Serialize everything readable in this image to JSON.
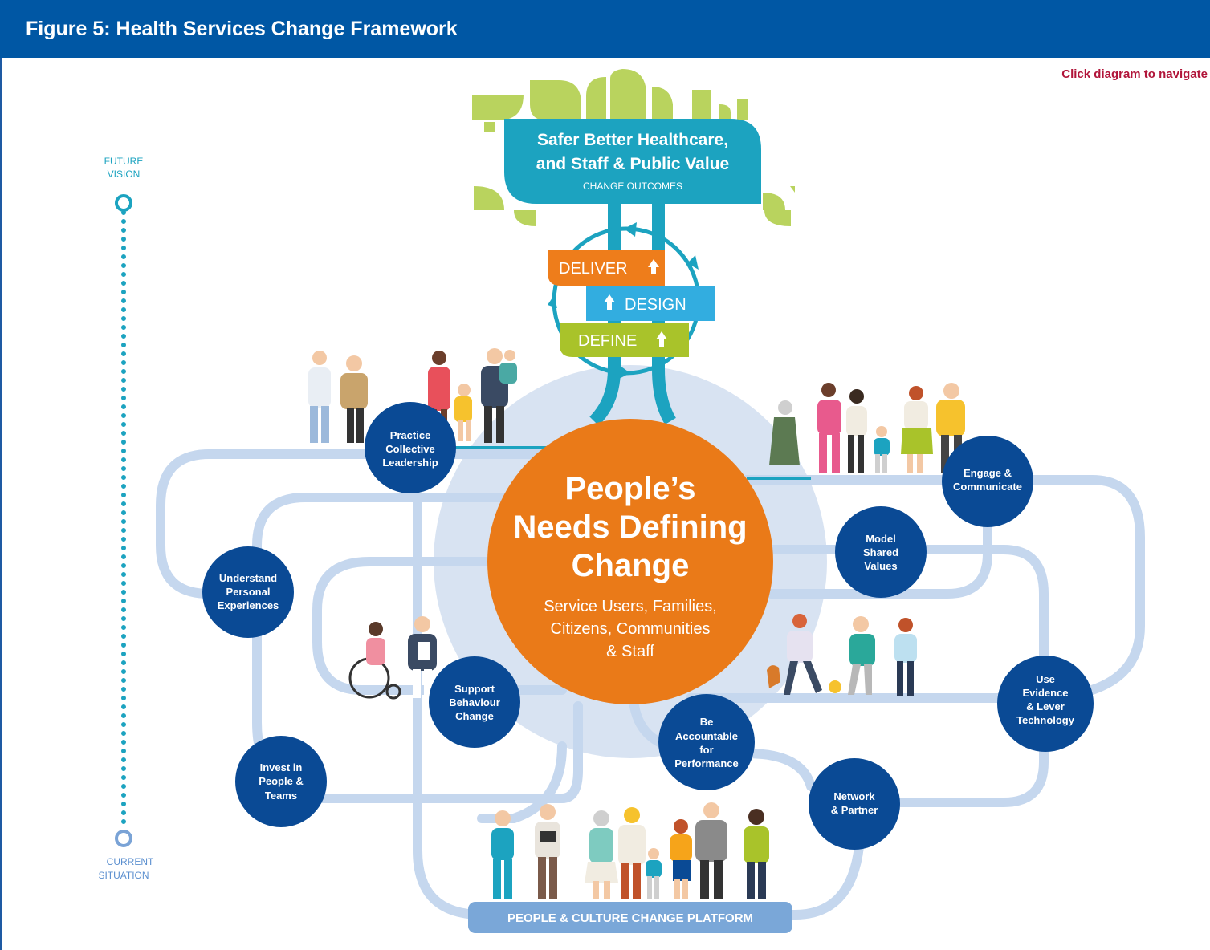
{
  "header": {
    "title": "Figure 5: Health Services Change Framework"
  },
  "nav_hint": "Click diagram to navigate",
  "timeline": {
    "top_label": [
      "FUTURE",
      "VISION"
    ],
    "bottom_label": [
      "CURRENT",
      "SITUATION"
    ]
  },
  "outcomes": {
    "line1": "Safer Better Healthcare,",
    "line2": "and Staff & Public Value",
    "caption": "CHANGE OUTCOMES"
  },
  "cycle": {
    "deliver": "DELIVER",
    "design": "DESIGN",
    "define": "DEFINE"
  },
  "center": {
    "title": [
      "People’s",
      "Needs Defining",
      "Change"
    ],
    "subtitle": [
      "Service Users, Families,",
      "Citizens, Communities",
      "& Staff"
    ]
  },
  "nodes": {
    "practice": [
      "Practice",
      "Collective",
      "Leadership"
    ],
    "understand": [
      "Understand",
      "Personal",
      "Experiences"
    ],
    "support": [
      "Support",
      "Behaviour",
      "Change"
    ],
    "invest": [
      "Invest in",
      "People &",
      "Teams"
    ],
    "accountable": [
      "Be",
      "Accountable",
      "for",
      "Performance"
    ],
    "engage": [
      "Engage &",
      "Communicate"
    ],
    "model": [
      "Model",
      "Shared",
      "Values"
    ],
    "evidence": [
      "Use",
      "Evidence",
      "& Lever",
      "Technology"
    ],
    "network": [
      "Network",
      "& Partner"
    ]
  },
  "platform": {
    "label": "PEOPLE & CULTURE CHANGE PLATFORM"
  },
  "colors": {
    "header": "#0057a4",
    "teal": "#1ca3c0",
    "orange": "#ea7a18",
    "navy": "#0a4a95",
    "track": "#c5d7ee",
    "leaf": "#b9d35e",
    "deliver": "#ee7d1b",
    "design": "#32ade0",
    "define": "#a9c32a",
    "hint": "#b1153a"
  }
}
